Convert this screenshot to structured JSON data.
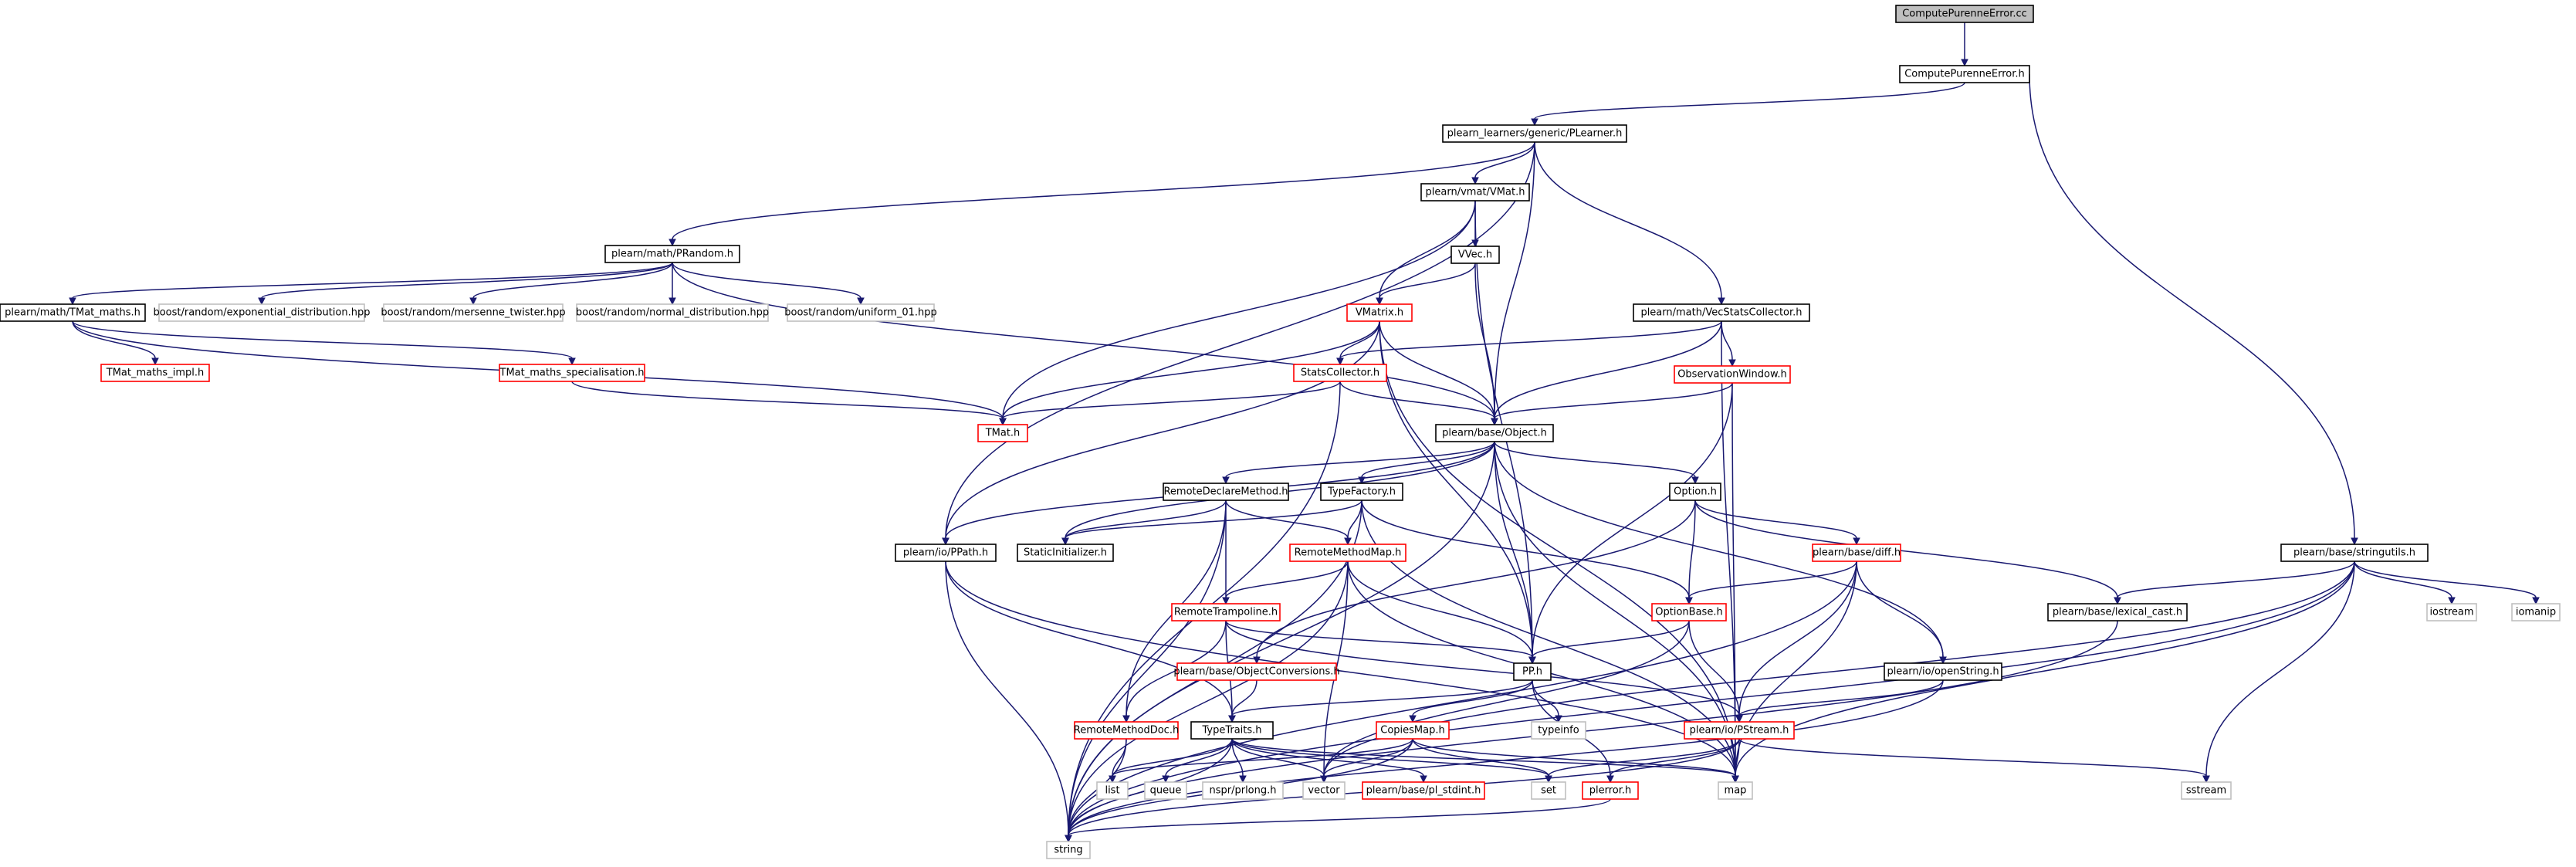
{
  "colors": {
    "edge": "#191970",
    "default_border": "#000000",
    "red_border": "#ff0000",
    "gray_border": "#bfbfbf",
    "root_fill": "#bfbfbf"
  },
  "nodes": [
    {
      "id": "cpe_cc",
      "label": "ComputePurenneError.cc",
      "style": "root"
    },
    {
      "id": "cpe_h",
      "label": "ComputePurenneError.h",
      "style": "default"
    },
    {
      "id": "plearner",
      "label": "plearn_learners/generic/PLearner.h",
      "style": "default"
    },
    {
      "id": "stringutils",
      "label": "plearn/base/stringutils.h",
      "style": "default"
    },
    {
      "id": "vmat",
      "label": "plearn/vmat/VMat.h",
      "style": "default"
    },
    {
      "id": "prandom",
      "label": "plearn/math/PRandom.h",
      "style": "default"
    },
    {
      "id": "vvec",
      "label": "VVec.h",
      "style": "default"
    },
    {
      "id": "vecstats",
      "label": "plearn/math/VecStatsCollector.h",
      "style": "default"
    },
    {
      "id": "tmatmaths",
      "label": "plearn/math/TMat_maths.h",
      "style": "default"
    },
    {
      "id": "boost_exp",
      "label": "boost/random/exponential_distribution.hpp",
      "style": "gray"
    },
    {
      "id": "boost_mt",
      "label": "boost/random/mersenne_twister.hpp",
      "style": "gray"
    },
    {
      "id": "boost_norm",
      "label": "boost/random/normal_distribution.hpp",
      "style": "gray"
    },
    {
      "id": "boost_uni",
      "label": "boost/random/uniform_01.hpp",
      "style": "gray"
    },
    {
      "id": "vmatrix",
      "label": "VMatrix.h",
      "style": "red"
    },
    {
      "id": "obswin",
      "label": "ObservationWindow.h",
      "style": "red"
    },
    {
      "id": "tmm_impl",
      "label": "TMat_maths_impl.h",
      "style": "red"
    },
    {
      "id": "tmm_spec",
      "label": "TMat_maths_specialisation.h",
      "style": "red"
    },
    {
      "id": "statscoll",
      "label": "StatsCollector.h",
      "style": "red"
    },
    {
      "id": "tmat",
      "label": "TMat.h",
      "style": "red"
    },
    {
      "id": "object",
      "label": "plearn/base/Object.h",
      "style": "default"
    },
    {
      "id": "rdm",
      "label": "RemoteDeclareMethod.h",
      "style": "default"
    },
    {
      "id": "typefactory",
      "label": "TypeFactory.h",
      "style": "default"
    },
    {
      "id": "option",
      "label": "Option.h",
      "style": "default"
    },
    {
      "id": "ppath",
      "label": "plearn/io/PPath.h",
      "style": "default"
    },
    {
      "id": "staticinit",
      "label": "StaticInitializer.h",
      "style": "default"
    },
    {
      "id": "rmm",
      "label": "RemoteMethodMap.h",
      "style": "red"
    },
    {
      "id": "diff",
      "label": "plearn/base/diff.h",
      "style": "red"
    },
    {
      "id": "stringutils2",
      "label": "plearn/base/stringutils.h",
      "style": "default"
    },
    {
      "id": "rtramp",
      "label": "RemoteTrampoline.h",
      "style": "red"
    },
    {
      "id": "optionbase",
      "label": "OptionBase.h",
      "style": "red"
    },
    {
      "id": "lexcast",
      "label": "plearn/base/lexical_cast.h",
      "style": "default"
    },
    {
      "id": "iostream",
      "label": "iostream",
      "style": "gray"
    },
    {
      "id": "iomanip",
      "label": "iomanip",
      "style": "gray"
    },
    {
      "id": "objconv",
      "label": "plearn/base/ObjectConversions.h",
      "style": "red"
    },
    {
      "id": "pp",
      "label": "PP.h",
      "style": "default"
    },
    {
      "id": "openstring",
      "label": "plearn/io/openString.h",
      "style": "default"
    },
    {
      "id": "rmdoc",
      "label": "RemoteMethodDoc.h",
      "style": "red"
    },
    {
      "id": "typetraits",
      "label": "TypeTraits.h",
      "style": "default"
    },
    {
      "id": "copiesmap",
      "label": "CopiesMap.h",
      "style": "red"
    },
    {
      "id": "typeinfo",
      "label": "typeinfo",
      "style": "gray"
    },
    {
      "id": "pstream",
      "label": "plearn/io/PStream.h",
      "style": "red"
    },
    {
      "id": "list",
      "label": "list",
      "style": "gray"
    },
    {
      "id": "queue",
      "label": "queue",
      "style": "gray"
    },
    {
      "id": "nspr",
      "label": "nspr/prlong.h",
      "style": "gray"
    },
    {
      "id": "vector",
      "label": "vector",
      "style": "gray"
    },
    {
      "id": "plstdint",
      "label": "plearn/base/pl_stdint.h",
      "style": "red"
    },
    {
      "id": "set",
      "label": "set",
      "style": "gray"
    },
    {
      "id": "perror",
      "label": "plerror.h",
      "style": "red"
    },
    {
      "id": "map",
      "label": "map",
      "style": "gray"
    },
    {
      "id": "sstream",
      "label": "sstream",
      "style": "gray"
    },
    {
      "id": "string",
      "label": "string",
      "style": "gray"
    }
  ],
  "edges": [
    [
      "cpe_cc",
      "cpe_h"
    ],
    [
      "cpe_h",
      "plearner"
    ],
    [
      "cpe_h",
      "stringutils"
    ],
    [
      "plearner",
      "vmat"
    ],
    [
      "plearner",
      "prandom"
    ],
    [
      "plearner",
      "vecstats"
    ],
    [
      "plearner",
      "object"
    ],
    [
      "plearner",
      "ppath"
    ],
    [
      "vmat",
      "vvec"
    ],
    [
      "vmat",
      "vmatrix"
    ],
    [
      "vmat",
      "tmat"
    ],
    [
      "vmat",
      "pp"
    ],
    [
      "vvec",
      "vmatrix"
    ],
    [
      "vvec",
      "object"
    ],
    [
      "prandom",
      "tmatmaths"
    ],
    [
      "prandom",
      "boost_exp"
    ],
    [
      "prandom",
      "boost_mt"
    ],
    [
      "prandom",
      "boost_norm"
    ],
    [
      "prandom",
      "boost_uni"
    ],
    [
      "prandom",
      "object"
    ],
    [
      "tmatmaths",
      "tmm_impl"
    ],
    [
      "tmatmaths",
      "tmm_spec"
    ],
    [
      "tmatmaths",
      "tmat"
    ],
    [
      "tmm_spec",
      "tmat"
    ],
    [
      "vmatrix",
      "statscoll"
    ],
    [
      "vmatrix",
      "tmat"
    ],
    [
      "vmatrix",
      "object"
    ],
    [
      "vmatrix",
      "ppath"
    ],
    [
      "vmatrix",
      "pp"
    ],
    [
      "vmatrix",
      "map"
    ],
    [
      "vecstats",
      "statscoll"
    ],
    [
      "vecstats",
      "obswin"
    ],
    [
      "vecstats",
      "object"
    ],
    [
      "vecstats",
      "map"
    ],
    [
      "obswin",
      "object"
    ],
    [
      "obswin",
      "pp"
    ],
    [
      "obswin",
      "map"
    ],
    [
      "statscoll",
      "tmat"
    ],
    [
      "statscoll",
      "object"
    ],
    [
      "statscoll",
      "string"
    ],
    [
      "object",
      "rdm"
    ],
    [
      "object",
      "typefactory"
    ],
    [
      "object",
      "option"
    ],
    [
      "object",
      "ppath"
    ],
    [
      "object",
      "staticinit"
    ],
    [
      "object",
      "pp"
    ],
    [
      "object",
      "openstring"
    ],
    [
      "object",
      "map"
    ],
    [
      "object",
      "string"
    ],
    [
      "rdm",
      "rmm"
    ],
    [
      "rdm",
      "rtramp"
    ],
    [
      "rdm",
      "rmdoc"
    ],
    [
      "rdm",
      "staticinit"
    ],
    [
      "rdm",
      "string"
    ],
    [
      "typefactory",
      "rmm"
    ],
    [
      "typefactory",
      "staticinit"
    ],
    [
      "typefactory",
      "optionbase"
    ],
    [
      "typefactory",
      "map"
    ],
    [
      "typefactory",
      "string"
    ],
    [
      "option",
      "diff"
    ],
    [
      "option",
      "optionbase"
    ],
    [
      "option",
      "objconv"
    ],
    [
      "option",
      "lexcast"
    ],
    [
      "rmm",
      "rtramp"
    ],
    [
      "rmm",
      "pp"
    ],
    [
      "rmm",
      "map"
    ],
    [
      "rmm",
      "vector"
    ],
    [
      "rmm",
      "string"
    ],
    [
      "rtramp",
      "rmdoc"
    ],
    [
      "rtramp",
      "typetraits"
    ],
    [
      "rtramp",
      "pp"
    ],
    [
      "rtramp",
      "pstream"
    ],
    [
      "diff",
      "optionbase"
    ],
    [
      "diff",
      "openstring"
    ],
    [
      "diff",
      "pstream"
    ],
    [
      "diff",
      "map"
    ],
    [
      "diff",
      "string"
    ],
    [
      "optionbase",
      "pp"
    ],
    [
      "optionbase",
      "pstream"
    ],
    [
      "optionbase",
      "vector"
    ],
    [
      "ppath",
      "typetraits"
    ],
    [
      "ppath",
      "map"
    ],
    [
      "ppath",
      "string"
    ],
    [
      "objconv",
      "typetraits"
    ],
    [
      "pp",
      "typetraits"
    ],
    [
      "pp",
      "copiesmap"
    ],
    [
      "pp",
      "typeinfo"
    ],
    [
      "pp",
      "perror"
    ],
    [
      "rmdoc",
      "list"
    ],
    [
      "rmdoc",
      "string"
    ],
    [
      "typetraits",
      "list"
    ],
    [
      "typetraits",
      "queue"
    ],
    [
      "typetraits",
      "nspr"
    ],
    [
      "typetraits",
      "vector"
    ],
    [
      "typetraits",
      "plstdint"
    ],
    [
      "typetraits",
      "set"
    ],
    [
      "typetraits",
      "map"
    ],
    [
      "typetraits",
      "string"
    ],
    [
      "copiesmap",
      "vector"
    ],
    [
      "copiesmap",
      "set"
    ],
    [
      "copiesmap",
      "map"
    ],
    [
      "copiesmap",
      "string"
    ],
    [
      "copiesmap",
      "list"
    ],
    [
      "pstream",
      "set"
    ],
    [
      "pstream",
      "map"
    ],
    [
      "pstream",
      "sstream"
    ],
    [
      "pstream",
      "perror"
    ],
    [
      "pstream",
      "string"
    ],
    [
      "openstring",
      "pstream"
    ],
    [
      "openstring",
      "string"
    ],
    [
      "lexcast",
      "string"
    ],
    [
      "stringutils",
      "stringutils2"
    ],
    [
      "stringutils2",
      "lexcast"
    ],
    [
      "stringutils2",
      "iostream"
    ],
    [
      "stringutils2",
      "iomanip"
    ],
    [
      "stringutils2",
      "sstream"
    ],
    [
      "stringutils2",
      "map"
    ],
    [
      "stringutils2",
      "vector"
    ],
    [
      "stringutils2",
      "string"
    ],
    [
      "perror",
      "string"
    ]
  ]
}
